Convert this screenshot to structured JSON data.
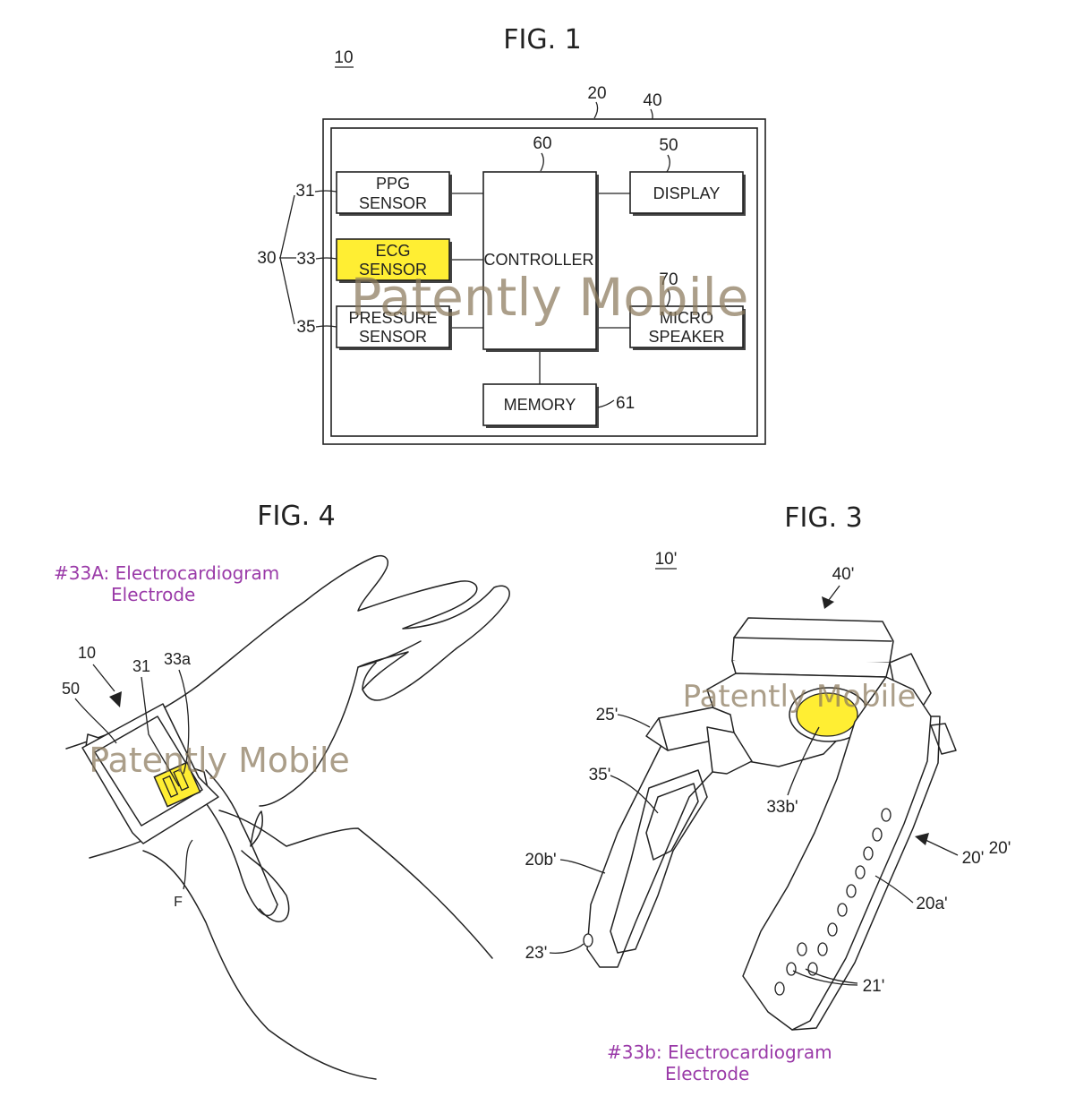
{
  "fig1": {
    "title": "FIG. 1",
    "ref_device": "10",
    "ref_body": "20",
    "ref_housing": "40",
    "ref_controller": "60",
    "ref_display": "50",
    "ref_sensors": "30",
    "ref_ppg": "31",
    "ref_ecg": "33",
    "ref_pressure": "35",
    "ref_speaker": "70",
    "ref_memory": "61",
    "blocks": {
      "ppg": [
        "PPG",
        "SENSOR"
      ],
      "ecg": [
        "ECG",
        "SENSOR"
      ],
      "pressure": [
        "PRESSURE",
        "SENSOR"
      ],
      "controller": "CONTROLLER",
      "display": "DISPLAY",
      "speaker": [
        "MICRO",
        "SPEAKER"
      ],
      "memory": "MEMORY"
    },
    "ecg_highlight_color": "#ffee33"
  },
  "fig4": {
    "title": "FIG. 4",
    "note": [
      "#33A: Electrocardiogram",
      "Electrode"
    ],
    "ref_device": "10",
    "ref_ppg": "31",
    "ref_electrode": "33a",
    "ref_display": "50",
    "ref_finger": "F"
  },
  "fig3": {
    "title": "FIG. 3",
    "ref_device": "10'",
    "ref_housing": "40'",
    "ref_hook": "25'",
    "ref_pressure": "35'",
    "ref_electrode": "33b'",
    "ref_strap_b": "20b'",
    "ref_strap": "20'",
    "ref_strap_alt": "20'",
    "ref_strap_a": "20a'",
    "ref_pin": "23'",
    "ref_holes": "21'",
    "note": [
      "#33b: Electrocardiogram",
      "Electrode"
    ]
  },
  "watermark": "Patently Mobile",
  "colors": {
    "highlight": "#ffee33",
    "note": "#9a3aa8",
    "watermark": "#8b7a5c"
  }
}
